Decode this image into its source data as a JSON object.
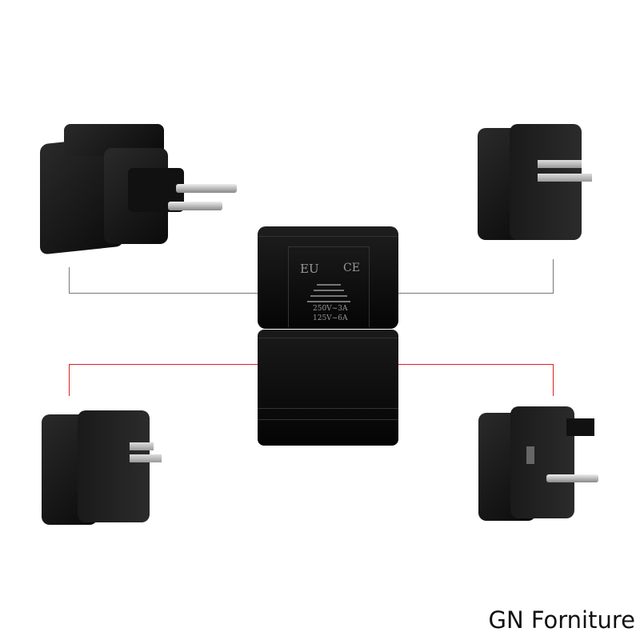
{
  "product": {
    "center_adapter": {
      "marking_region": "EU",
      "marking_cert": "CE",
      "rating_1": "250V~3A",
      "rating_2": "125V~6A"
    },
    "plugs": [
      {
        "type": "eu-plug"
      },
      {
        "type": "us-plug"
      },
      {
        "type": "us-plug"
      },
      {
        "type": "uk-plug"
      }
    ],
    "colors": {
      "connector_upper": "#777777",
      "connector_lower": "#dd2222",
      "body": "#111111"
    }
  },
  "watermark": "GN Forniture"
}
